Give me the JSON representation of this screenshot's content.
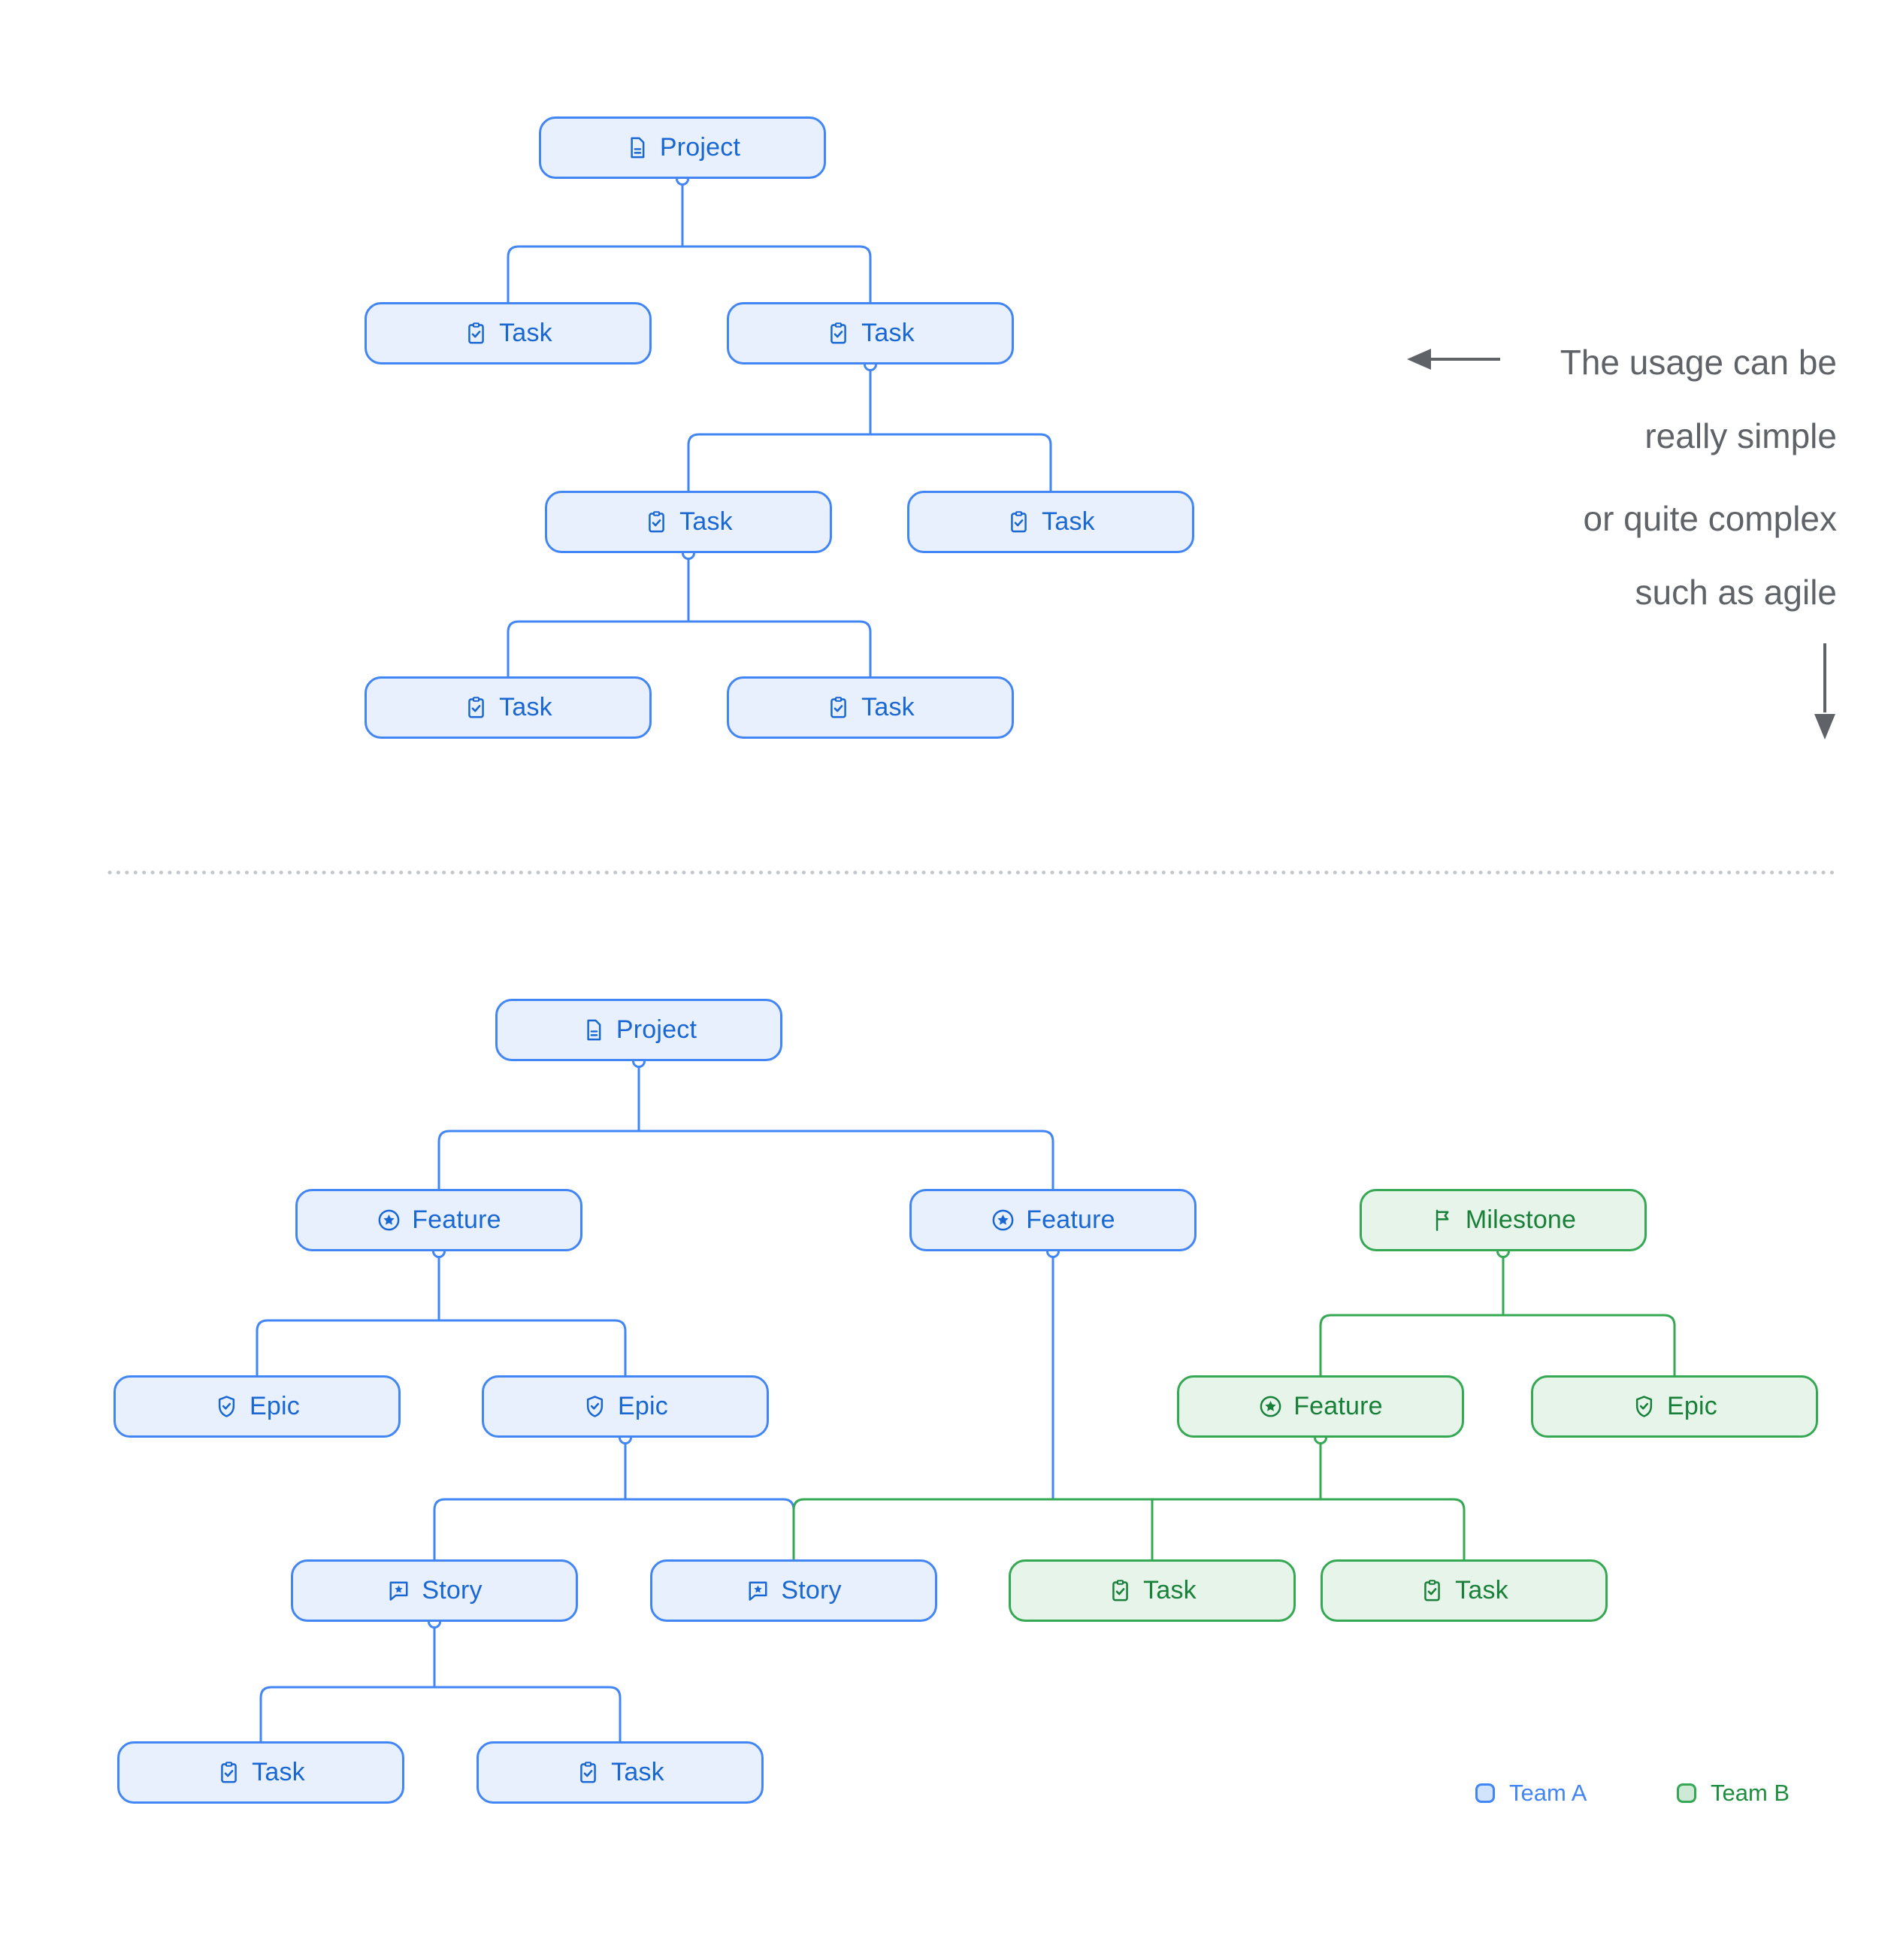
{
  "palette": {
    "team_a_border": "#4285F4",
    "team_a_fill": "#E8F0FE",
    "team_a_text": "#1967D2",
    "team_b_border": "#34A853",
    "team_b_fill": "#E6F4EA",
    "team_b_text": "#188038",
    "annotation_text": "#5F6368",
    "divider_dots": "#C4C7CC"
  },
  "annotation": {
    "para1_line1": "The usage can be",
    "para1_line2": "really simple",
    "para2_line1": "or quite complex",
    "para2_line2": "such as agile"
  },
  "legend": {
    "team_a_label": "Team A",
    "team_b_label": "Team B"
  },
  "diagrams": {
    "simple": {
      "nodes": [
        {
          "label": "Project",
          "icon": "document-icon",
          "team": "A"
        },
        {
          "label": "Task",
          "icon": "task-icon",
          "team": "A"
        },
        {
          "label": "Task",
          "icon": "task-icon",
          "team": "A"
        },
        {
          "label": "Task",
          "icon": "task-icon",
          "team": "A"
        },
        {
          "label": "Task",
          "icon": "task-icon",
          "team": "A"
        },
        {
          "label": "Task",
          "icon": "task-icon",
          "team": "A"
        },
        {
          "label": "Task",
          "icon": "task-icon",
          "team": "A"
        }
      ]
    },
    "complex": {
      "nodes": [
        {
          "label": "Project",
          "icon": "document-icon",
          "team": "A"
        },
        {
          "label": "Feature",
          "icon": "feature-icon",
          "team": "A"
        },
        {
          "label": "Feature",
          "icon": "feature-icon",
          "team": "A"
        },
        {
          "label": "Milestone",
          "icon": "milestone-icon",
          "team": "B"
        },
        {
          "label": "Epic",
          "icon": "epic-icon",
          "team": "A"
        },
        {
          "label": "Epic",
          "icon": "epic-icon",
          "team": "A"
        },
        {
          "label": "Feature",
          "icon": "feature-icon",
          "team": "B"
        },
        {
          "label": "Epic",
          "icon": "epic-icon",
          "team": "B"
        },
        {
          "label": "Story",
          "icon": "story-icon",
          "team": "A"
        },
        {
          "label": "Story",
          "icon": "story-icon",
          "team": "A"
        },
        {
          "label": "Task",
          "icon": "task-icon",
          "team": "B"
        },
        {
          "label": "Task",
          "icon": "task-icon",
          "team": "B"
        },
        {
          "label": "Task",
          "icon": "task-icon",
          "team": "A"
        },
        {
          "label": "Task",
          "icon": "task-icon",
          "team": "A"
        }
      ]
    }
  }
}
